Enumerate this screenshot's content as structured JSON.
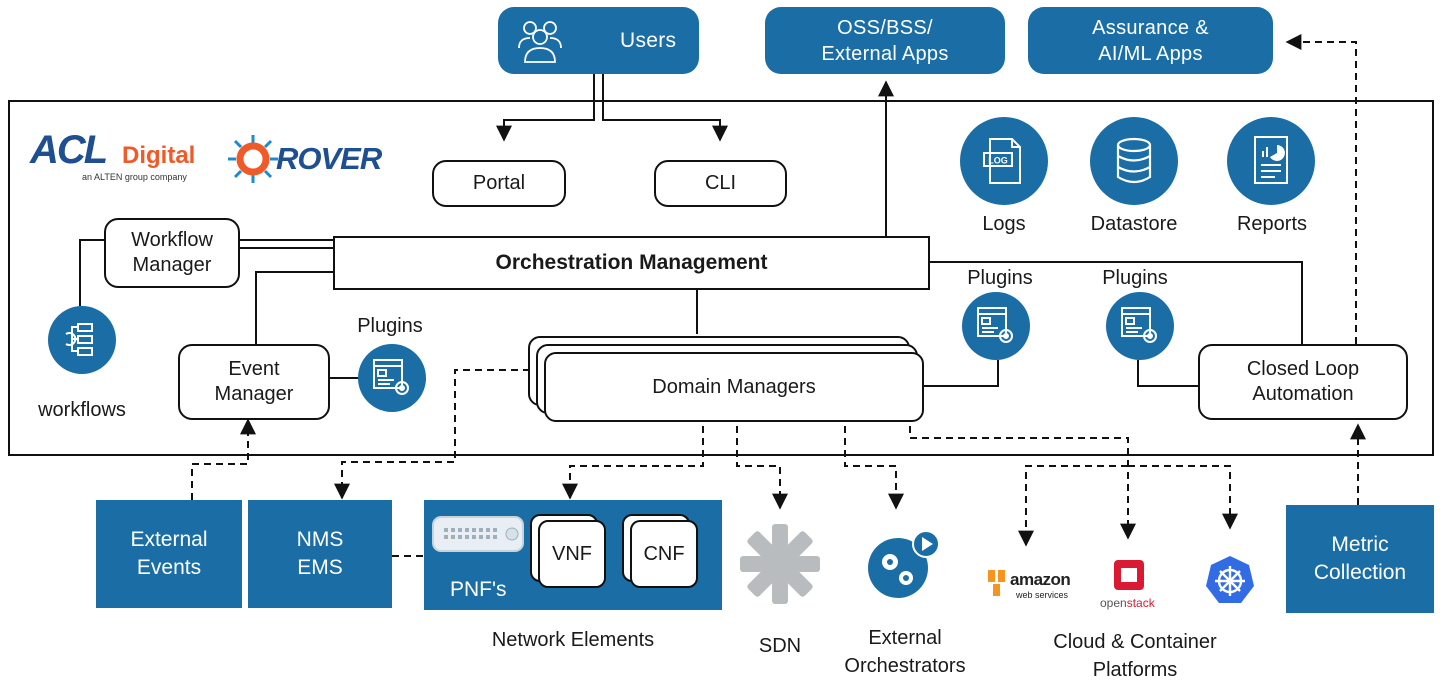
{
  "top": {
    "users": "Users",
    "oss_line1": "OSS/BSS/",
    "oss_line2": "External Apps",
    "assurance_line1": "Assurance &",
    "assurance_line2": "AI/ML Apps"
  },
  "logos": {
    "acl": "ACL",
    "digital": "Digital",
    "tagline": "an ALTEN group company",
    "orover": "ROVER"
  },
  "core": {
    "portal": "Portal",
    "cli": "CLI",
    "orchestration": "Orchestration Management",
    "workflow_line1": "Workflow",
    "workflow_line2": "Manager",
    "workflows": "workflows",
    "event_line1": "Event",
    "event_line2": "Manager",
    "plugins_event": "Plugins",
    "domain_managers": "Domain Managers",
    "plugins_domain": "Plugins",
    "plugins_closed": "Plugins",
    "closed_line1": "Closed Loop",
    "closed_line2": "Automation",
    "logs": "Logs",
    "datastore": "Datastore",
    "reports": "Reports"
  },
  "bottom": {
    "ext_events_line1": "External",
    "ext_events_line2": "Events",
    "nms": "NMS",
    "ems": "EMS",
    "pnf": "PNF's",
    "vnf": "VNF",
    "cnf": "CNF",
    "network_elements": "Network Elements",
    "sdn": "SDN",
    "ext_orch_line1": "External",
    "ext_orch_line2": "Orchestrators",
    "cloud_line1": "Cloud & Container",
    "cloud_line2": "Platforms",
    "amazon": "amazon",
    "webservices": "web services",
    "openstack_open": "open",
    "openstack_stack": "stack",
    "metric_line1": "Metric",
    "metric_line2": "Collection"
  },
  "colors": {
    "brand_blue": "#1a6ea5",
    "acl_orange": "#f05a28",
    "acl_blue": "#1d4f91"
  },
  "icons": [
    "users-icon",
    "logs-icon",
    "datastore-icon",
    "reports-icon",
    "workflows-icon",
    "plugins-icon",
    "aws-logo",
    "openstack-logo",
    "kubernetes-logo",
    "sdn-icon",
    "gears-icon"
  ]
}
